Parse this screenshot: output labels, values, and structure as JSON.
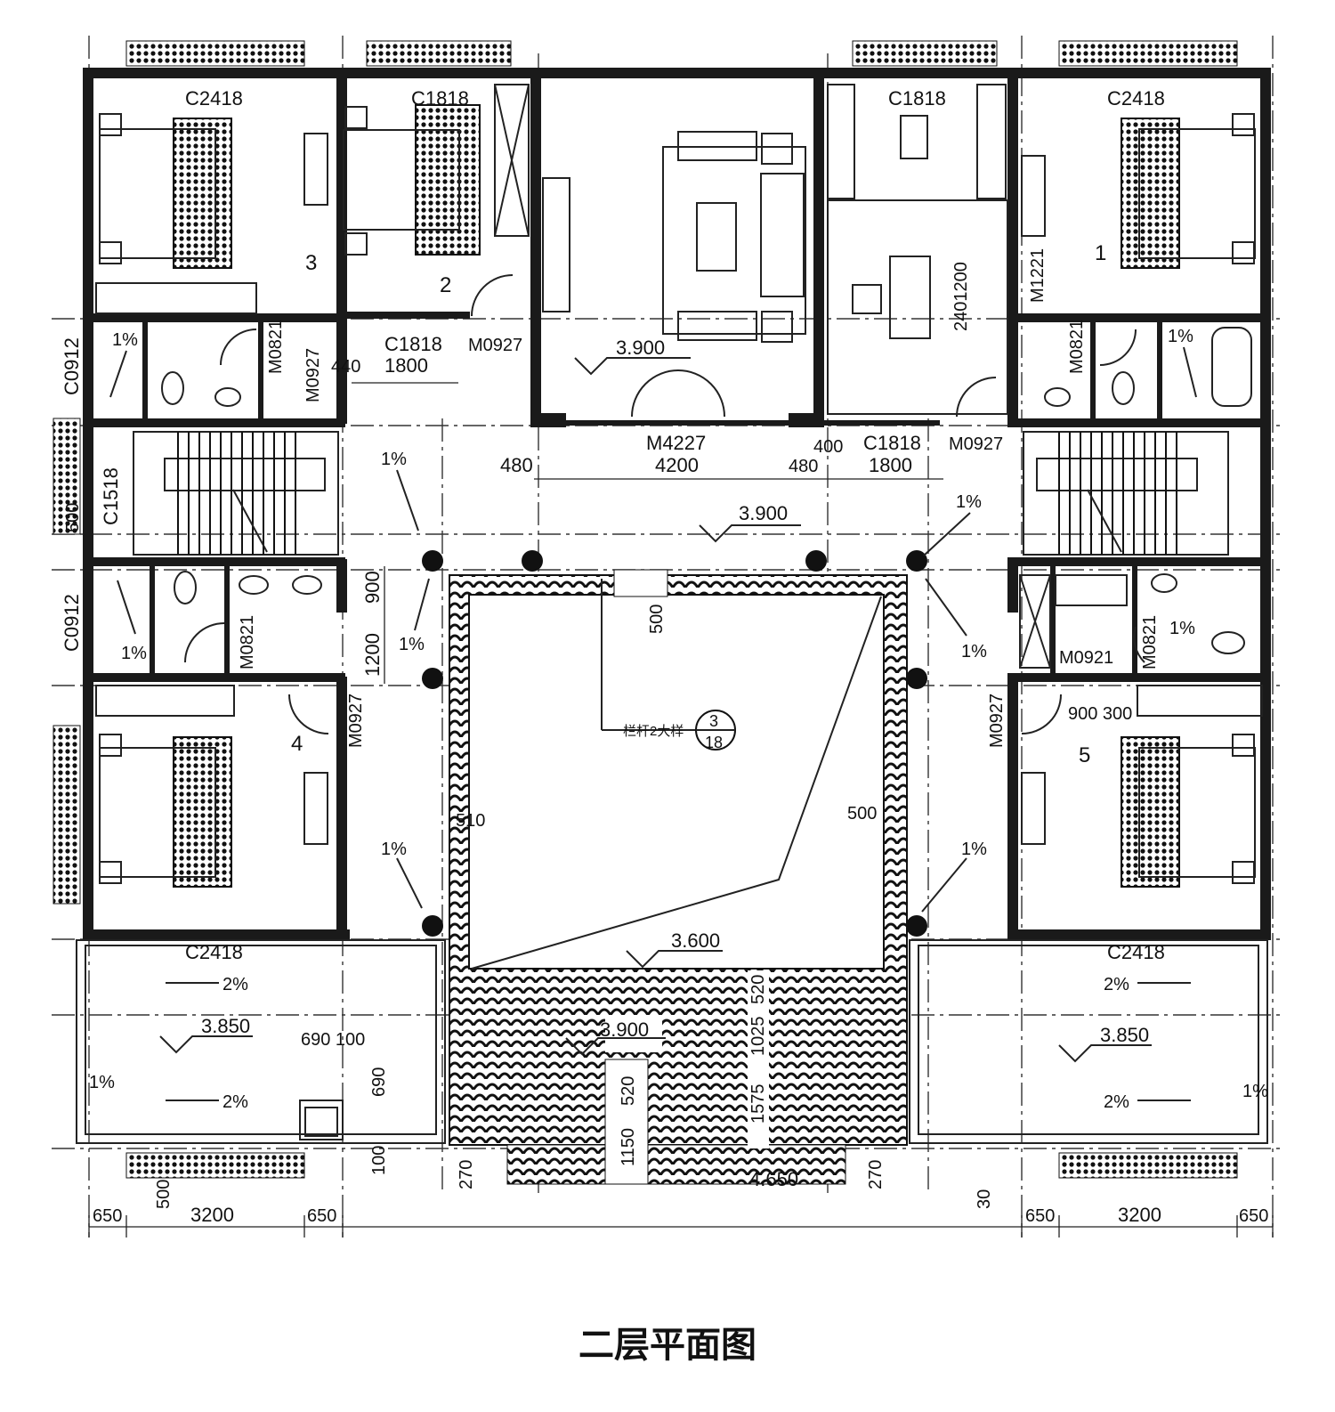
{
  "caption": "二层平面图",
  "rooms": {
    "r1": "1",
    "r2": "2",
    "r3": "3",
    "r4": "4",
    "r5": "5"
  },
  "windows": {
    "c2418_tl": "C2418",
    "c1818_t1": "C1818",
    "c1818_t2": "C1818",
    "c2418_tr": "C2418",
    "c1818_mid": "C1818",
    "c1818_mid2": "C1818",
    "c0912_a": "C0912",
    "c1518": "C1518",
    "c0912_b": "C0912",
    "c2418_bl": "C2418",
    "c2418_br": "C2418"
  },
  "doors": {
    "m0821_a": "M0821",
    "m0927_a": "M0927",
    "m0927_b": "M0927",
    "m1221": "M1221",
    "m0821_b": "M0821",
    "m4227": "M4227",
    "m0927_c": "M0927",
    "m0821_c": "M0821",
    "m0927_d": "M0927",
    "m0921": "M0921",
    "m0821_d": "M0821",
    "m0927_e": "M0927"
  },
  "elevations": {
    "e1": "3.900",
    "e2": "3.900",
    "e3": "3.600",
    "e4": "3.850",
    "e5": "3.900",
    "e6": "3.850"
  },
  "slopes": {
    "s1": "1%",
    "s2": "1%",
    "s3": "1%",
    "s4": "1%",
    "s5": "1%",
    "s6": "1%",
    "s7": "1%",
    "s8": "1%",
    "s9": "1%",
    "s10": "1%",
    "s11": "1%",
    "s12": "1%",
    "s13": "2%",
    "s14": "2%",
    "s15": "2%",
    "s16": "2%"
  },
  "dims": {
    "d_1800a": "1800",
    "d_440": "440",
    "d_480a": "480",
    "d_4200": "4200",
    "d_480b": "480",
    "d_400": "400",
    "d_1800b": "1800",
    "d_2401200": "2401200",
    "d_500l": "500",
    "d_900": "900",
    "d_1200": "1200",
    "d_500c": "500",
    "d_510": "510",
    "d_500r": "500",
    "d_900300": "900 300",
    "d_690100": "690 100",
    "d_690": "690",
    "d_100": "100",
    "d_520a": "520",
    "d_1025": "1025",
    "d_520b": "520",
    "d_1575": "1575",
    "d_1150": "1150",
    "d_270a": "270",
    "d_4650": "4.650",
    "d_270b": "270",
    "d_500b": "500",
    "d_650a": "650",
    "d_3200a": "3200",
    "d_650b": "650",
    "d_30": "30",
    "d_650c": "650",
    "d_3200b": "3200",
    "d_650d": "650"
  },
  "callout": {
    "note": "栏杆2大样",
    "num": "3",
    "sheet": "18"
  }
}
